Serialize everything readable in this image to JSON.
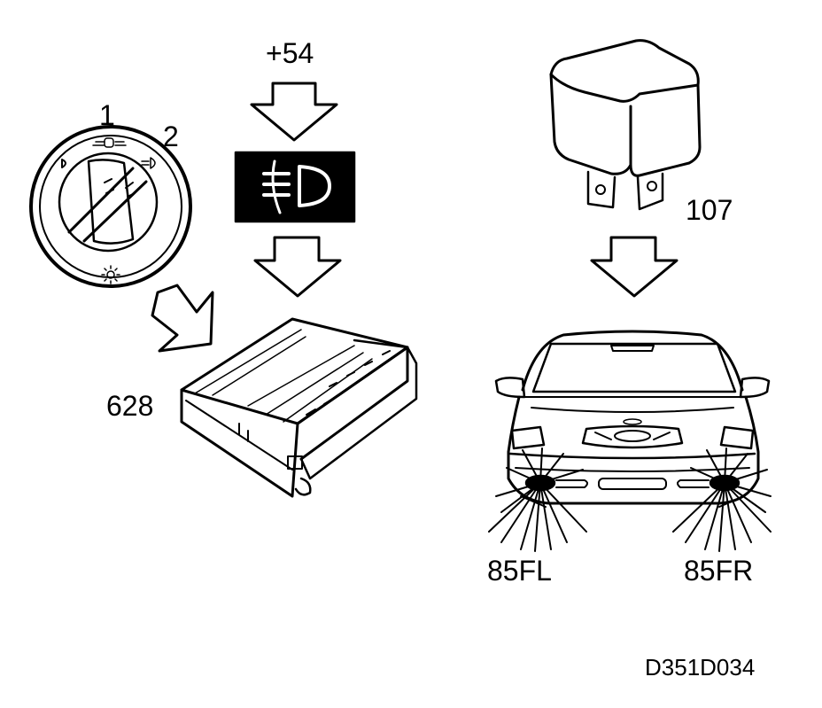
{
  "labels": {
    "switch_pos_1": "1",
    "switch_pos_2": "2",
    "supply": "+54",
    "control_unit": "628",
    "relay": "107",
    "fog_left": "85FL",
    "fog_right": "85FR",
    "drawing_id": "D351D034"
  },
  "icons": {
    "light_switch": "light-switch-icon",
    "fog_lamp_indicator": "front-fog-lamp-icon",
    "control_module": "control-module-icon",
    "relay": "relay-icon",
    "car_front": "car-front-icon",
    "arrow": "arrow-down-icon"
  },
  "colors": {
    "ink": "#000000",
    "paper": "#ffffff"
  }
}
